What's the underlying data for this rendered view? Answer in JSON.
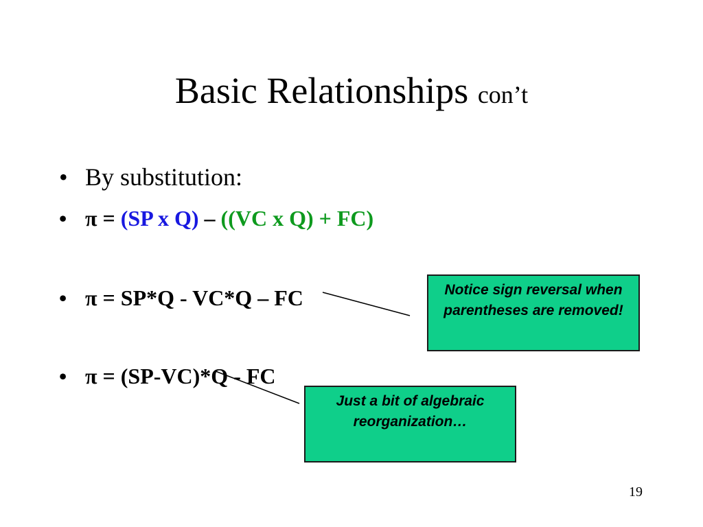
{
  "slide": {
    "title_main": "Basic Relationships",
    "title_suffix": "con’t",
    "page_number": "19"
  },
  "bullets": [
    {
      "marker": "•",
      "text": "By substitution:"
    },
    {
      "marker": "•",
      "prefix": "π = ",
      "part_blue": "(SP x Q)",
      "mid": " – ",
      "part_green": "((VC x Q) + FC)"
    },
    {
      "marker": "•",
      "text": "π = SP*Q - VC*Q – FC"
    },
    {
      "marker": "•",
      "text": "π = (SP-VC)*Q - FC"
    }
  ],
  "callouts": [
    {
      "text": "Notice sign reversal when parentheses are removed!"
    },
    {
      "text": "Just a bit of algebraic reorganization…"
    }
  ],
  "colors": {
    "callout_fill": "#0fcf8a",
    "blue_text": "#1818e0",
    "green_text": "#0e9a1e"
  }
}
